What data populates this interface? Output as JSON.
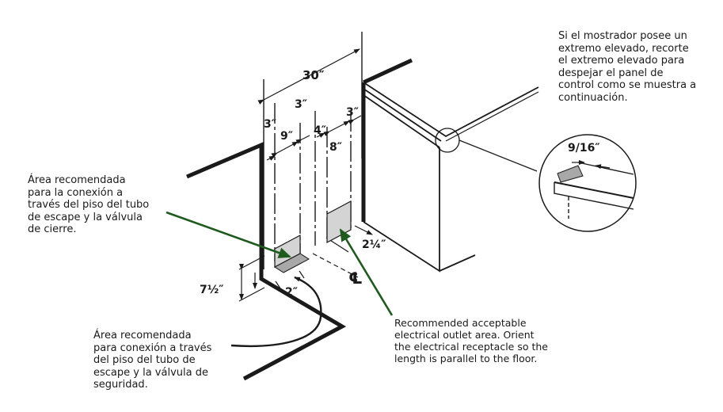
{
  "notes": {
    "top_right": "Si el mostrador posee un\nextremo elevado, recorte\nel extremo elevado para\ndespejar el panel de\ncontrol como se muestra a\ncontinuación.",
    "left_drain": "Área recomendada\npara la conexión a\ntravés del piso del tubo\nde escape y la válvula\nde cierre.",
    "bottom_left": "Área recomendada\npara conexión a través\ndel piso del tubo de\nescape y la válvula de\nseguridad.",
    "electrical": "Recommended acceptable\nelectrical outlet area. Orient\nthe electrical receptacle so the\nlength is parallel to the floor."
  },
  "dimensions": {
    "width_total": "30″",
    "left_offset": "3″",
    "left_area": "9″",
    "center_gap": "4″",
    "center_offset": "3″",
    "right_area": "8″",
    "right_offset": "3″",
    "detail": "9/16″",
    "depth_right": "2¼″",
    "height": "7½″",
    "depth_left": "2″"
  },
  "symbols": {
    "centerline": "℄"
  },
  "colors": {
    "line": "#1a1a1a",
    "shaded_area": "#d4d4d4",
    "arrow": "#1f5a1f"
  }
}
